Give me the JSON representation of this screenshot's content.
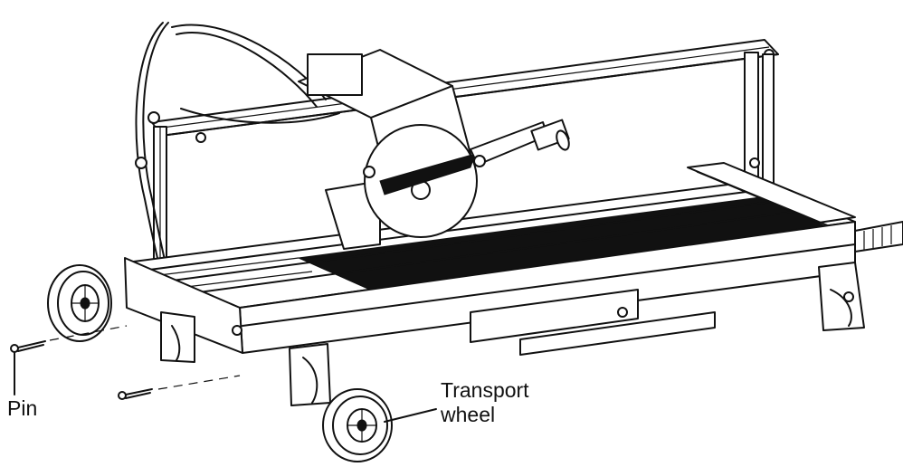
{
  "diagram": {
    "labels": {
      "pin": "Pin",
      "transport_wheel_line1": "Transport",
      "transport_wheel_line2": "wheel"
    },
    "colors": {
      "ink": "#111111",
      "background": "#ffffff"
    }
  }
}
